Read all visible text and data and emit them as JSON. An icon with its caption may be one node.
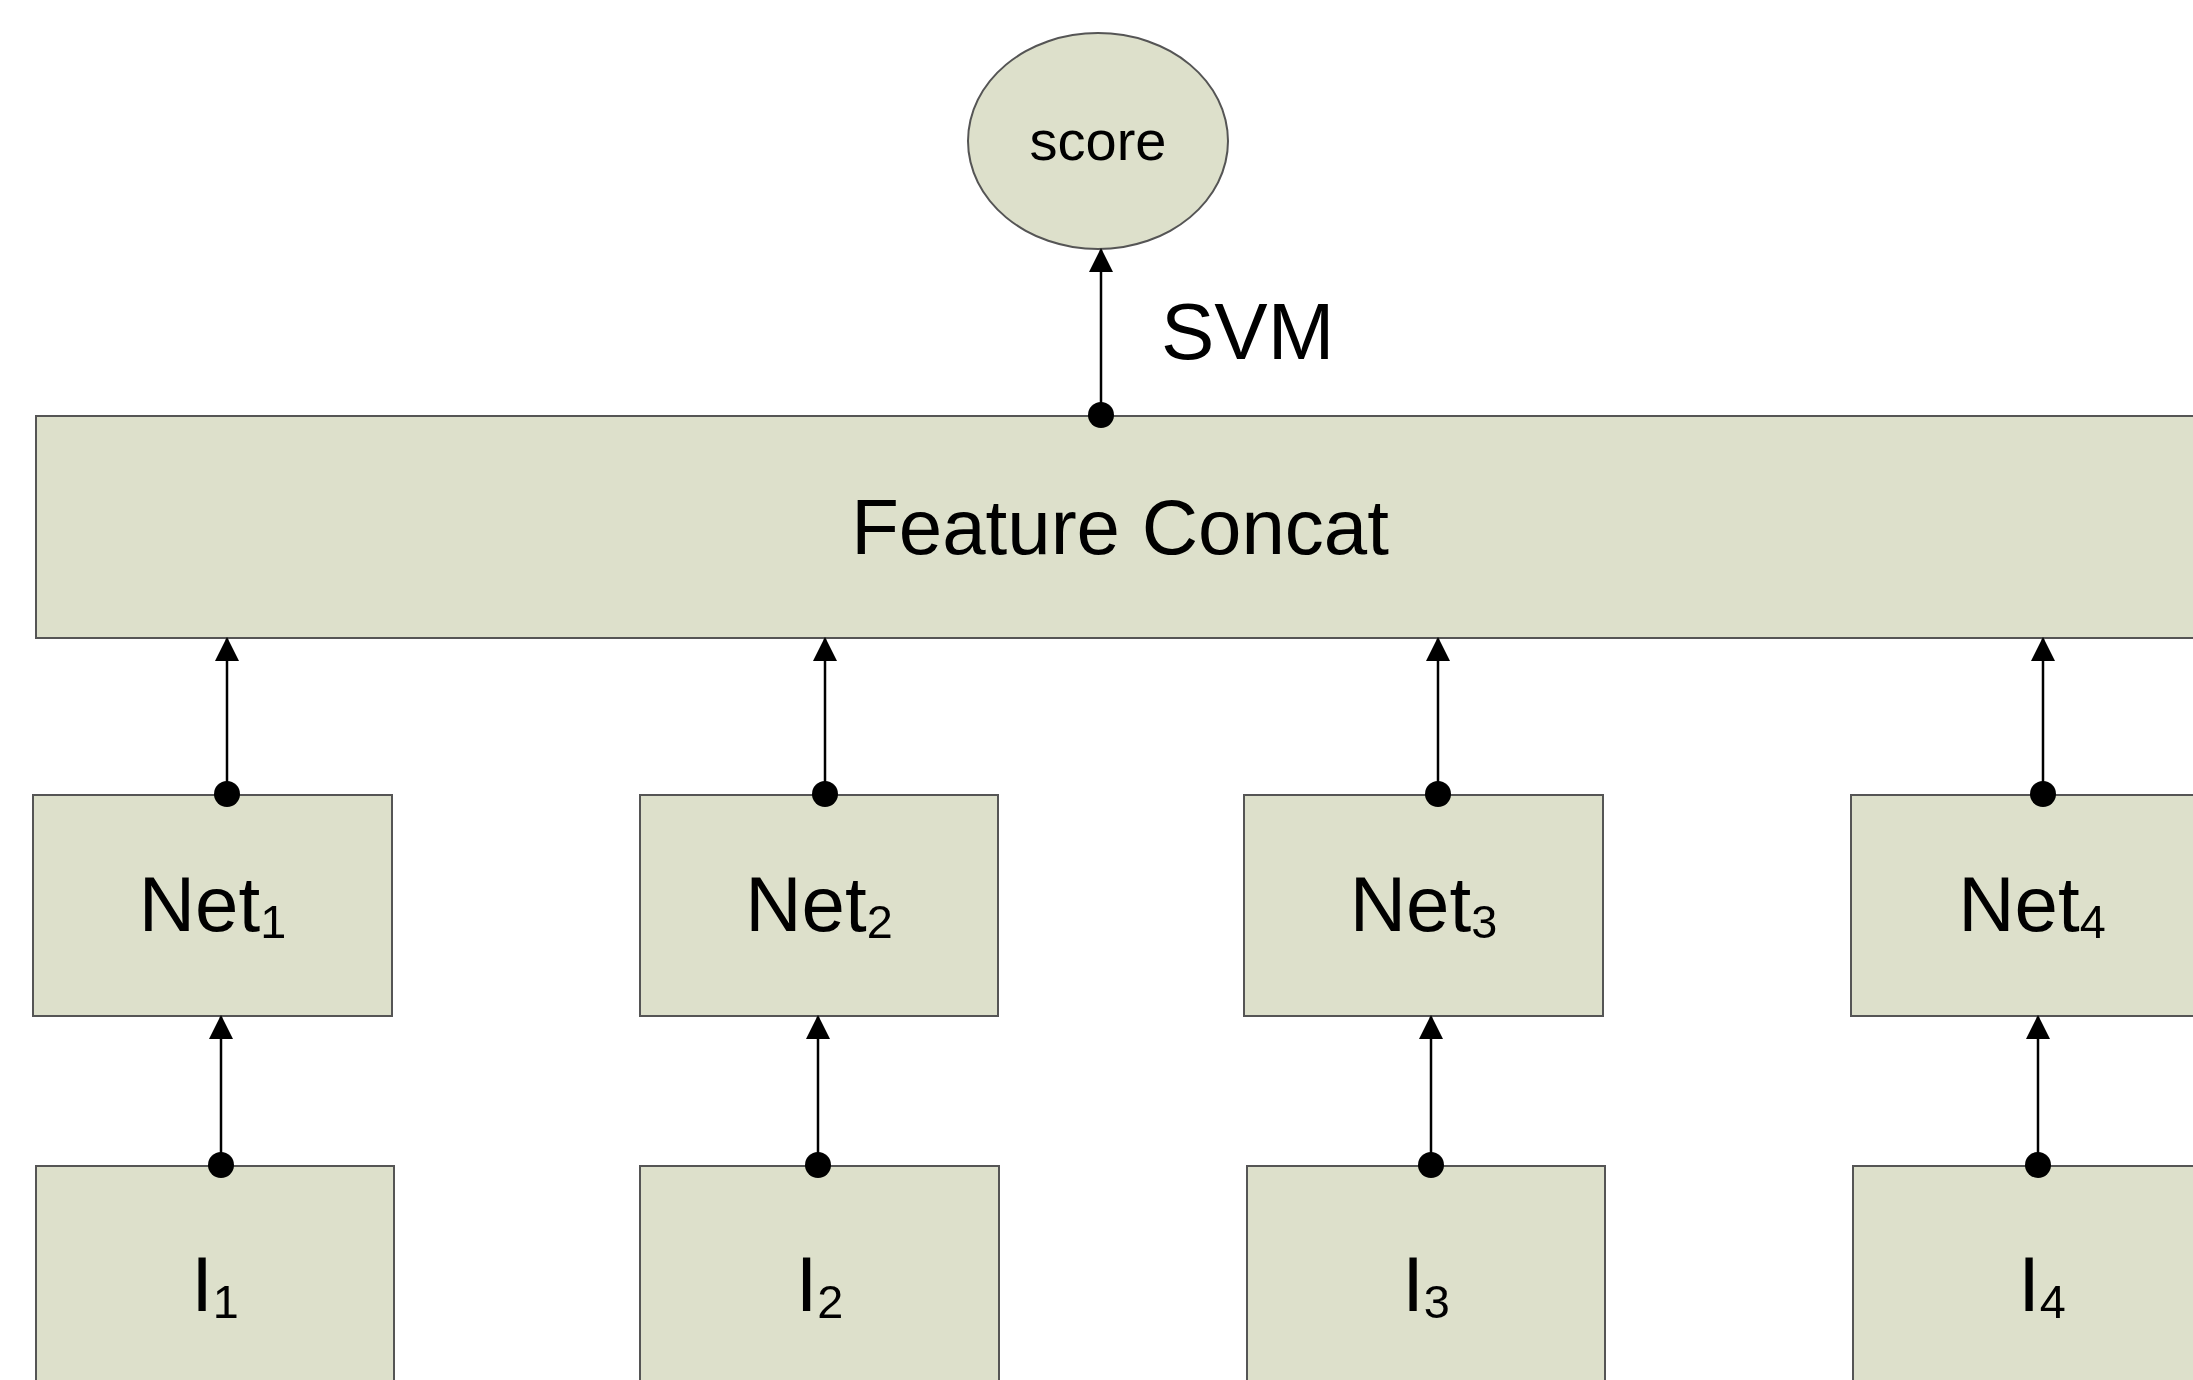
{
  "diagram": {
    "nodes": [
      {
        "text": [
          "score"
        ]
      },
      {
        "text": [
          "Feature Concat"
        ]
      },
      {
        "text": [
          "Net$_{1}$"
        ]
      },
      {
        "text": [
          "Net$_{2}$"
        ]
      },
      {
        "text": [
          "Net$_{3}$"
        ]
      },
      {
        "text": [
          "Net$_{4}$"
        ]
      },
      {
        "text": [
          "I$_{1}$"
        ]
      },
      {
        "text": [
          "I$_{2}$"
        ]
      },
      {
        "text": [
          "I$_{3}$"
        ]
      },
      {
        "text": [
          "I$_{4}$"
        ]
      }
    ],
    "edges": [
      {
        "from": 1,
        "to": 0,
        "arrow": "to",
        "label": "SVM"
      },
      {
        "from": 2,
        "to": 1,
        "arrow": "to"
      },
      {
        "from": 3,
        "to": 1,
        "arrow": "to"
      },
      {
        "from": 4,
        "to": 1,
        "arrow": "to"
      },
      {
        "from": 5,
        "to": 1,
        "arrow": "to"
      },
      {
        "from": 6,
        "to": 2,
        "arrow": "to"
      },
      {
        "from": 7,
        "to": 3,
        "arrow": "to"
      },
      {
        "from": 8,
        "to": 4,
        "arrow": "to"
      },
      {
        "from": 9,
        "to": 5,
        "arrow": "to"
      }
    ]
  }
}
